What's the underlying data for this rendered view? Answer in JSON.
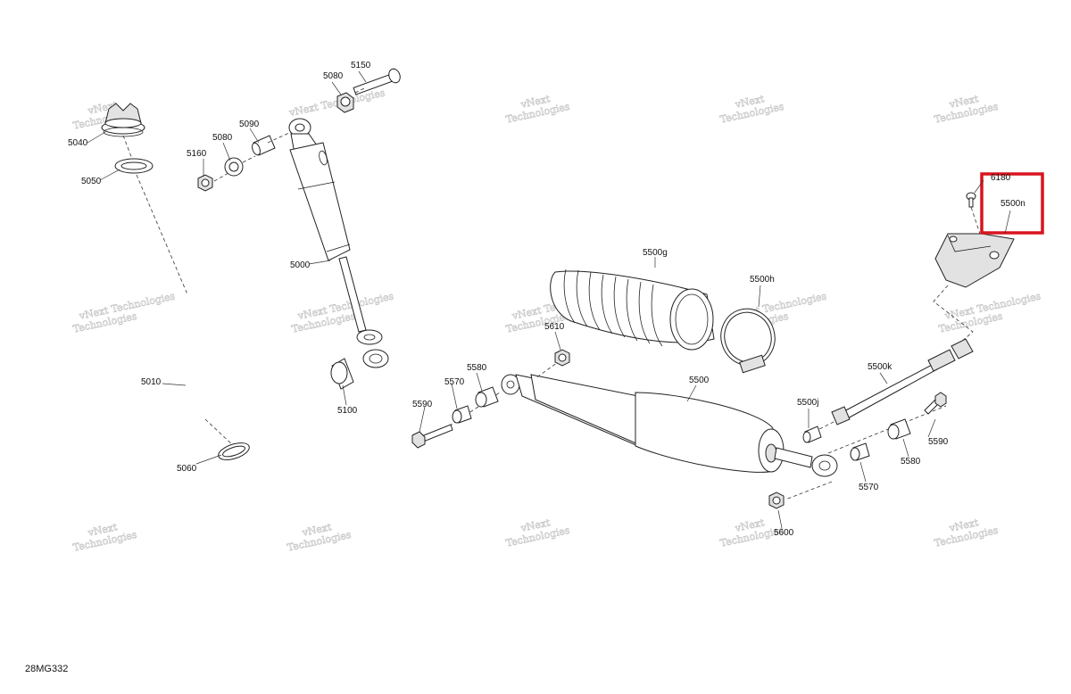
{
  "diagram_id": "28MG332",
  "watermark": {
    "line1": "vNext",
    "line2": "Technologies",
    "inline": "vNext Technologies"
  },
  "highlight_color": "#d9141e",
  "labels": {
    "p5150": "5150",
    "p5080a": "5080",
    "p5090": "5090",
    "p5080b": "5080",
    "p5160": "5160",
    "p5040": "5040",
    "p5050": "5050",
    "p5000": "5000",
    "p5010": "5010",
    "p5060": "5060",
    "p5100": "5100",
    "p5500g": "5500g",
    "p5500h": "5500h",
    "p5610": "5610",
    "p5580a": "5580",
    "p5570a": "5570",
    "p5590a": "5590",
    "p5500": "5500",
    "p5500j": "5500j",
    "p5500k": "5500k",
    "p5590b": "5590",
    "p5580b": "5580",
    "p5570b": "5570",
    "p5600": "5600",
    "p6180": "6180",
    "p5500n": "5500n"
  }
}
